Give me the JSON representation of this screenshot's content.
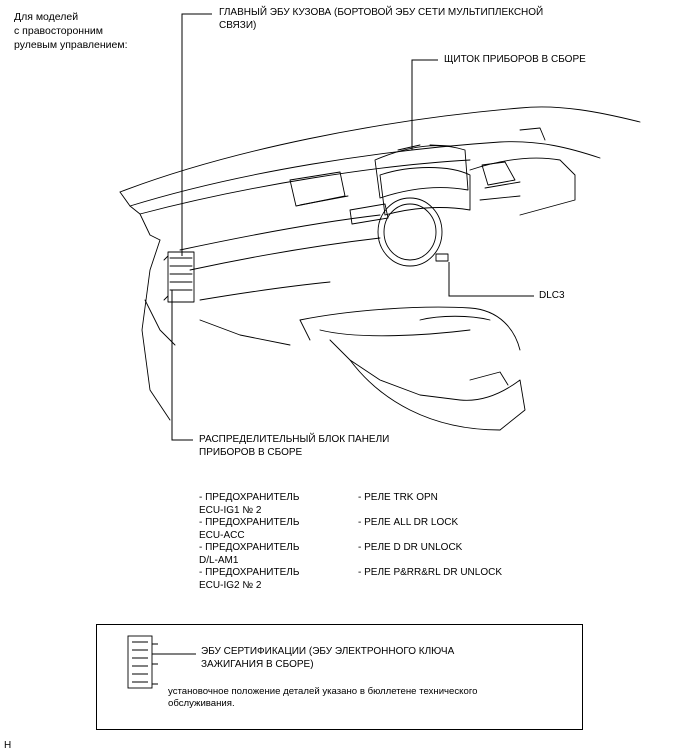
{
  "variant_note": "Для моделей\nс правосторонним\nрулевым управлением:",
  "callouts": {
    "main_body_ecu": "ГЛАВНЫЙ ЭБУ КУЗОВА (БОРТОВОЙ ЭБУ СЕТИ МУЛЬТИПЛЕКСНОЙ\nСВЯЗИ)",
    "combination_meter": "ЩИТОК ПРИБОРОВ В СБОРЕ",
    "dlc3": "DLC3",
    "junction_block": "РАСПРЕДЕЛИТЕЛЬНЫЙ БЛОК ПАНЕЛИ\nПРИБОРОВ В СБОРЕ"
  },
  "components": {
    "left": [
      "- ПРЕДОХРАНИТЕЛЬ\nECU-IG1 № 2",
      "- ПРЕДОХРАНИТЕЛЬ\nECU-ACC",
      "- ПРЕДОХРАНИТЕЛЬ\nD/L-AM1",
      "- ПРЕДОХРАНИТЕЛЬ\nECU-IG2 № 2"
    ],
    "right": [
      "- РЕЛЕ TRK OPN",
      "- РЕЛЕ ALL DR LOCK",
      "- РЕЛЕ D DR UNLOCK",
      "- РЕЛЕ P&RR&RL DR UNLOCK"
    ]
  },
  "legend_box": {
    "certification_ecu": "ЭБУ СЕРТИФИКАЦИИ (ЭБУ ЭЛЕКТРОННОГО КЛЮЧА\nЗАЖИГАНИЯ В СБОРЕ)",
    "note": "установочное положение деталей указано в бюллетене технического\nобслуживания."
  },
  "corner_mark": "H"
}
